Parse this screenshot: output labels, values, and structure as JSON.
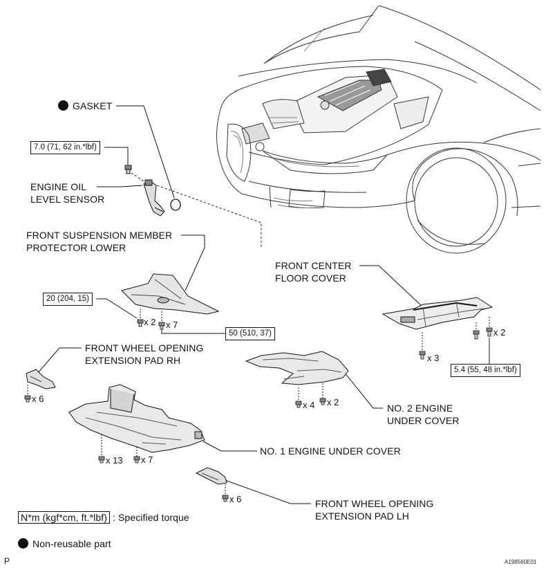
{
  "labels": {
    "gasket": "GASKET",
    "oil_sensor_1": "ENGINE OIL",
    "oil_sensor_2": "LEVEL SENSOR",
    "fsm_1": "FRONT SUSPENSION MEMBER",
    "fsm_2": "PROTECTOR LOWER",
    "fcf_1": "FRONT CENTER",
    "fcf_2": "FLOOR COVER",
    "fwrh_1": "FRONT WHEEL OPENING",
    "fwrh_2": "EXTENSION PAD RH",
    "no2_1": "NO. 2 ENGINE",
    "no2_2": "UNDER COVER",
    "no1": "NO. 1 ENGINE UNDER COVER",
    "fwlh_1": "FRONT WHEEL OPENING",
    "fwlh_2": "EXTENSION PAD LH"
  },
  "torques": {
    "oil_sensor": "7.0 (71, 62 in.*lbf)",
    "fsm_a": "20 (204, 15)",
    "fsm_b": "50 (510, 37)",
    "floor_cover": "5.4 (55, 48 in.*lbf)"
  },
  "quantities": {
    "fsm_a": "x 2",
    "fsm_b": "x 7",
    "floor_a": "x 2",
    "floor_b": "x 3",
    "pad_rh": "x 6",
    "no2_a": "x 4",
    "no2_b": "x 2",
    "no1_a": "x 13",
    "no1_b": "x 7",
    "pad_lh": "x 6"
  },
  "legend": {
    "torque_unit": "N*m (kgf*cm, ft.*lbf)",
    "torque_text": ": Specified torque",
    "nonreusable": "Non-reusable part"
  },
  "corner": {
    "left": "P",
    "right": "A198560E01"
  }
}
